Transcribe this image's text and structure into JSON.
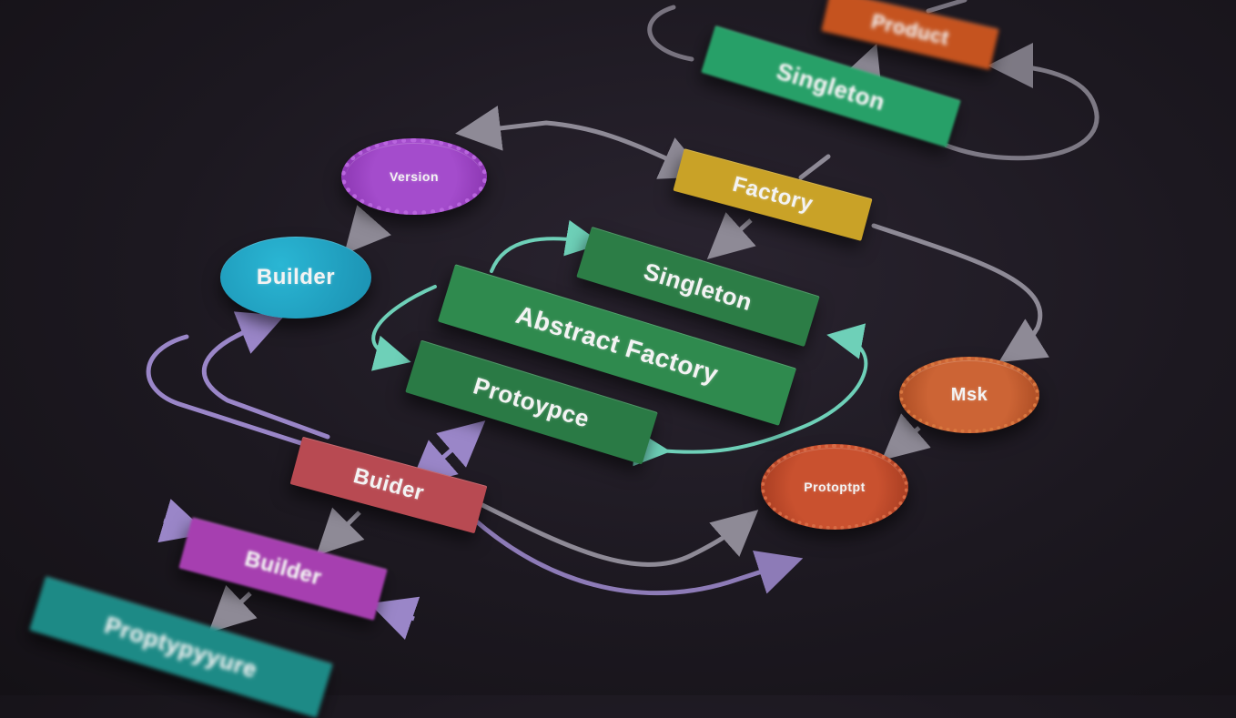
{
  "colors": {
    "background": "#1c1820",
    "green": "#2f8a4e",
    "dark_green": "#246b3d",
    "teal": "#1e9db8",
    "yellow": "#c9a227",
    "orange": "#c5531f",
    "purple": "#9b3fc0",
    "magenta": "#a63fb0",
    "red_brown": "#c04a3c",
    "teal_dark": "#1d8a86",
    "connector_gray": "#8e8a96",
    "connector_lavender": "#9a86c8",
    "connector_mint": "#6ed0b8"
  },
  "nodes": [
    {
      "id": "product",
      "label": "Product",
      "shape": "rectangle",
      "color": "#c5531f"
    },
    {
      "id": "singleton-top",
      "label": "Singleton",
      "shape": "rectangle",
      "color": "#27a068"
    },
    {
      "id": "factory",
      "label": "Factory",
      "shape": "rectangle",
      "color": "#c9a227"
    },
    {
      "id": "version",
      "label": "Version",
      "shape": "gear",
      "color": "#9b3fc0"
    },
    {
      "id": "builder-circle",
      "label": "Builder",
      "shape": "circle",
      "color": "#1e9db8"
    },
    {
      "id": "singleton-center",
      "label": "Singleton",
      "shape": "rectangle",
      "color": "#2c7d46"
    },
    {
      "id": "abstract-factory",
      "label": "Abstract Factory",
      "shape": "rectangle",
      "color": "#2f8a4e"
    },
    {
      "id": "prototype-center",
      "label": "Protoypce",
      "shape": "rectangle",
      "color": "#2a7a45"
    },
    {
      "id": "mask",
      "label": "Msk",
      "shape": "gear",
      "color": "#c25a2e"
    },
    {
      "id": "protopt",
      "label": "Protoptpt",
      "shape": "gear",
      "color": "#c04a2c"
    },
    {
      "id": "builder-red",
      "label": "Buider",
      "shape": "rectangle",
      "color": "#b84a52"
    },
    {
      "id": "builder-purple",
      "label": "Builder",
      "shape": "rectangle",
      "color": "#a63fb0"
    },
    {
      "id": "prototype-bottom",
      "label": "Proptypyyure",
      "shape": "rectangle",
      "color": "#1d8a86"
    }
  ]
}
